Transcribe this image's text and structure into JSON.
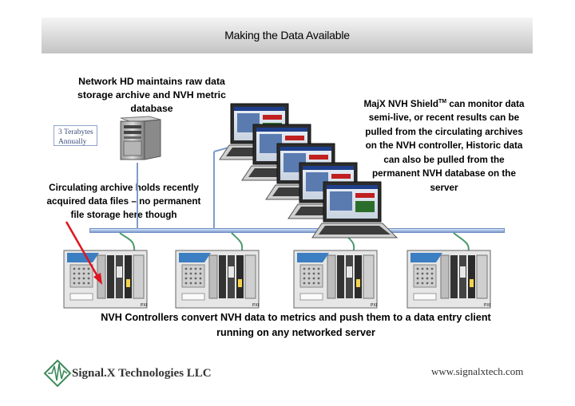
{
  "header": {
    "title": "Making the Data Available"
  },
  "labels": {
    "network_hd": "Network HD maintains raw data storage archive and NVH metric database",
    "majx_prefix": "MajX NVH Shield",
    "majx_tm": "TM",
    "majx_rest": " can monitor data semi-live, or recent results can be pulled from the circulating archives on the NVH controller, Historic data can also be pulled from the permanent NVH database on the server",
    "circulating": "Circulating archive holds recently acquired data files – no permanent file storage here though",
    "controllers": "NVH Controllers convert NVH data to metrics and push them to a data entry client running on any networked server",
    "storage_note": "3 Terabytes Annually"
  },
  "chassis_label": "PXI",
  "footer": {
    "company": "Signal.X Technologies LLC",
    "url": "www.signalxtech.com"
  },
  "colors": {
    "arrow": "#e0141e",
    "bus": "#a9c0e3",
    "cable": "#4a9a6a"
  }
}
